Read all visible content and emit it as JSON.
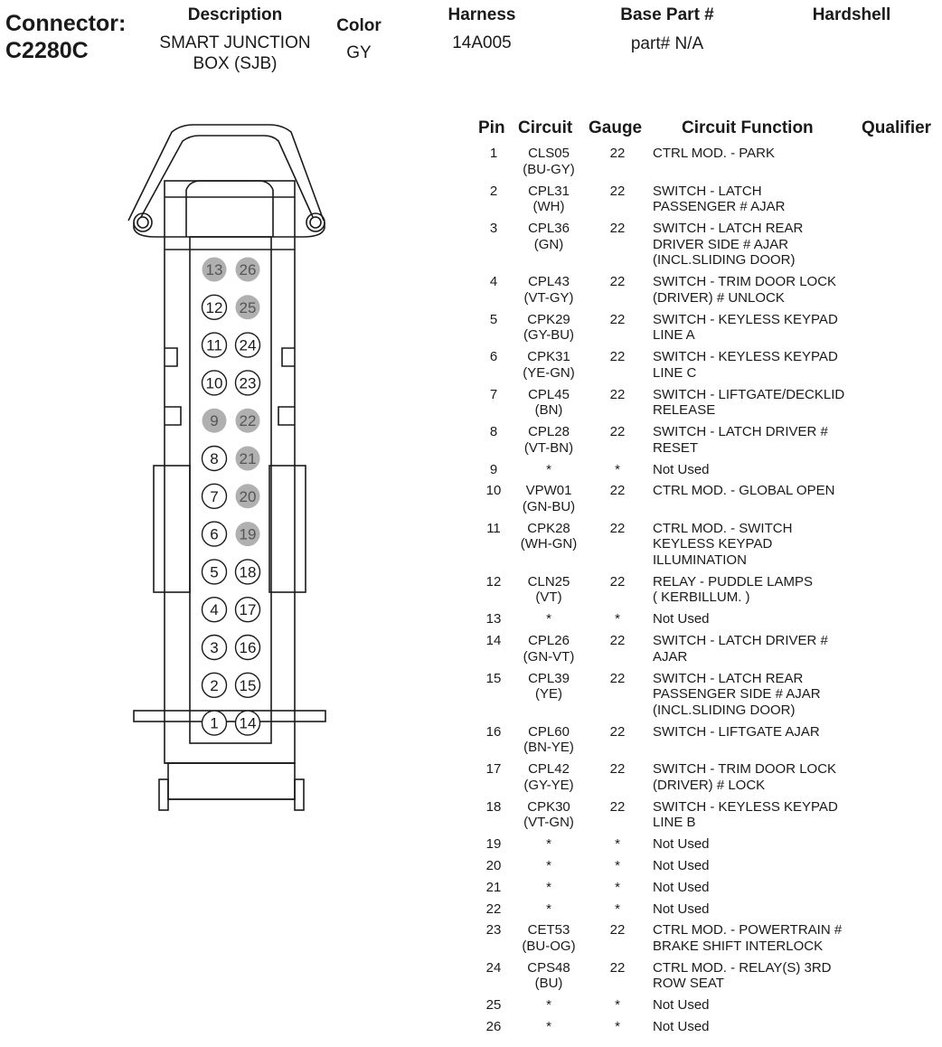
{
  "header": {
    "connector_label": "Connector:",
    "connector_id": "C2280C",
    "description_label": "Description",
    "description_value": "SMART JUNCTION\nBOX (SJB)",
    "color_label": "Color",
    "color_value": "GY",
    "harness_label": "Harness",
    "harness_value": "14A005",
    "base_part_label": "Base Part #",
    "base_part_value": "part# N/A",
    "hardshell_label": "Hardshell"
  },
  "table_headers": {
    "pin": "Pin",
    "circuit": "Circuit",
    "gauge": "Gauge",
    "function": "Circuit Function",
    "qualifier": "Qualifier"
  },
  "pins": [
    {
      "pin": "1",
      "circuit": "CLS05\n(BU-GY)",
      "gauge": "22",
      "function": "CTRL MOD. - PARK"
    },
    {
      "pin": "2",
      "circuit": "CPL31\n(WH)",
      "gauge": "22",
      "function": "SWITCH - LATCH\nPASSENGER # AJAR"
    },
    {
      "pin": "3",
      "circuit": "CPL36\n(GN)",
      "gauge": "22",
      "function": "SWITCH - LATCH REAR\nDRIVER SIDE # AJAR\n(INCL.SLIDING DOOR)"
    },
    {
      "pin": "4",
      "circuit": "CPL43\n(VT-GY)",
      "gauge": "22",
      "function": "SWITCH - TRIM DOOR LOCK\n(DRIVER) # UNLOCK"
    },
    {
      "pin": "5",
      "circuit": "CPK29\n(GY-BU)",
      "gauge": "22",
      "function": "SWITCH - KEYLESS KEYPAD\nLINE A"
    },
    {
      "pin": "6",
      "circuit": "CPK31\n(YE-GN)",
      "gauge": "22",
      "function": "SWITCH - KEYLESS KEYPAD\nLINE C"
    },
    {
      "pin": "7",
      "circuit": "CPL45\n(BN)",
      "gauge": "22",
      "function": "SWITCH - LIFTGATE/DECKLID\nRELEASE"
    },
    {
      "pin": "8",
      "circuit": "CPL28\n(VT-BN)",
      "gauge": "22",
      "function": "SWITCH - LATCH DRIVER #\nRESET"
    },
    {
      "pin": "9",
      "circuit": "*",
      "gauge": "*",
      "function": "Not Used"
    },
    {
      "pin": "10",
      "circuit": "VPW01\n(GN-BU)",
      "gauge": "22",
      "function": "CTRL MOD. - GLOBAL OPEN"
    },
    {
      "pin": "11",
      "circuit": "CPK28\n(WH-GN)",
      "gauge": "22",
      "function": "CTRL MOD. - SWITCH\nKEYLESS KEYPAD\nILLUMINATION"
    },
    {
      "pin": "12",
      "circuit": "CLN25\n(VT)",
      "gauge": "22",
      "function": "RELAY - PUDDLE LAMPS\n( KERBILLUM. )"
    },
    {
      "pin": "13",
      "circuit": "*",
      "gauge": "*",
      "function": "Not Used"
    },
    {
      "pin": "14",
      "circuit": "CPL26\n(GN-VT)",
      "gauge": "22",
      "function": "SWITCH - LATCH DRIVER #\nAJAR"
    },
    {
      "pin": "15",
      "circuit": "CPL39\n(YE)",
      "gauge": "22",
      "function": "SWITCH - LATCH REAR\nPASSENGER SIDE # AJAR\n(INCL.SLIDING DOOR)"
    },
    {
      "pin": "16",
      "circuit": "CPL60\n(BN-YE)",
      "gauge": "22",
      "function": "SWITCH - LIFTGATE AJAR"
    },
    {
      "pin": "17",
      "circuit": "CPL42\n(GY-YE)",
      "gauge": "22",
      "function": "SWITCH - TRIM DOOR LOCK\n(DRIVER) # LOCK"
    },
    {
      "pin": "18",
      "circuit": "CPK30\n(VT-GN)",
      "gauge": "22",
      "function": "SWITCH - KEYLESS KEYPAD\nLINE B"
    },
    {
      "pin": "19",
      "circuit": "*",
      "gauge": "*",
      "function": "Not Used"
    },
    {
      "pin": "20",
      "circuit": "*",
      "gauge": "*",
      "function": "Not Used"
    },
    {
      "pin": "21",
      "circuit": "*",
      "gauge": "*",
      "function": "Not Used"
    },
    {
      "pin": "22",
      "circuit": "*",
      "gauge": "*",
      "function": "Not Used"
    },
    {
      "pin": "23",
      "circuit": "CET53\n(BU-OG)",
      "gauge": "22",
      "function": "CTRL MOD. - POWERTRAIN #\nBRAKE SHIFT INTERLOCK"
    },
    {
      "pin": "24",
      "circuit": "CPS48\n(BU)",
      "gauge": "22",
      "function": "CTRL MOD. - RELAY(S) 3RD\nROW SEAT"
    },
    {
      "pin": "25",
      "circuit": "*",
      "gauge": "*",
      "function": "Not Used"
    },
    {
      "pin": "26",
      "circuit": "*",
      "gauge": "*",
      "function": "Not Used"
    }
  ],
  "connector_face": {
    "left_column": [
      "13",
      "12",
      "11",
      "10",
      "9",
      "8",
      "7",
      "6",
      "5",
      "4",
      "3",
      "2",
      "1"
    ],
    "right_column": [
      "26",
      "25",
      "24",
      "23",
      "22",
      "21",
      "20",
      "19",
      "18",
      "17",
      "16",
      "15",
      "14"
    ],
    "unused_pins": [
      "13",
      "26",
      "25",
      "9",
      "22",
      "21",
      "20",
      "19"
    ],
    "colors": {
      "unused_fill": "#b0b0b0",
      "used_fill": "#ffffff",
      "outline": "#1a1a1a"
    }
  }
}
